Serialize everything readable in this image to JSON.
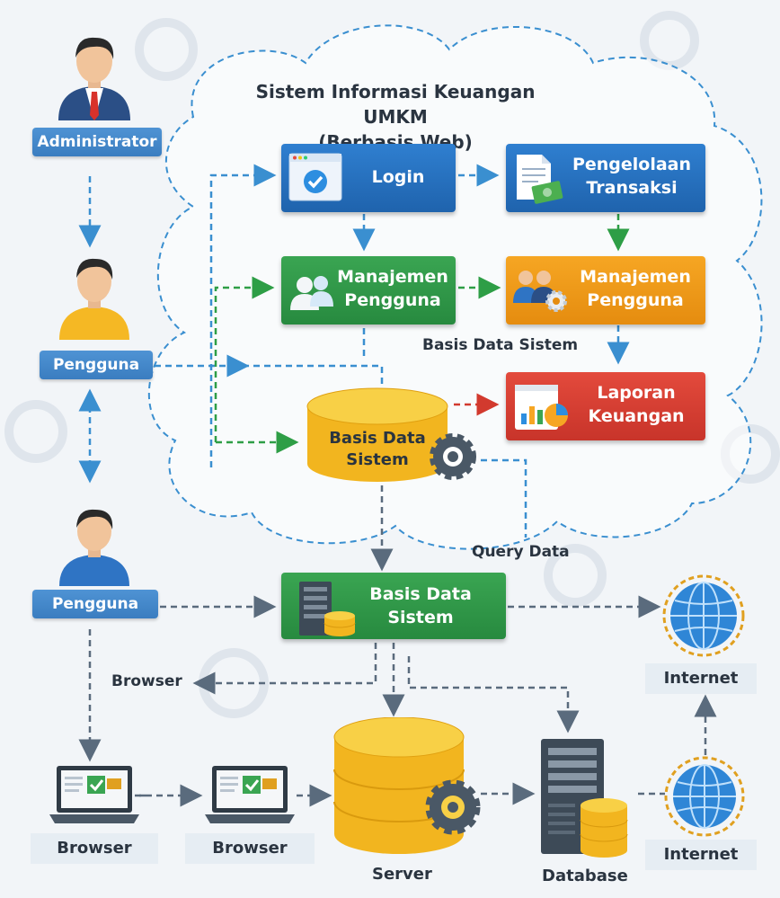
{
  "title": {
    "line1": "Sistem Informasi Keuangan UMKM",
    "line2": "(Berbasis Web)"
  },
  "roles": {
    "administrator": "Administrator",
    "pengguna_1": "Pengguna",
    "pengguna_2": "Pengguna"
  },
  "modules": {
    "login": "Login",
    "transaksi_1": "Pengelolaan",
    "transaksi_2": "Transaksi",
    "manajemen_green_1": "Manajemen",
    "manajemen_green_2": "Pengguna",
    "manajemen_orange_1": "Manajemen",
    "manajemen_orange_2": "Pengguna",
    "laporan_1": "Laporan",
    "laporan_2": "Keuangan",
    "basis_data_cloud_1": "Basis Data",
    "basis_data_cloud_2": "Sistem",
    "basis_data_server_1": "Basis Data",
    "basis_data_server_2": "Sistem"
  },
  "labels": {
    "basis_data_sistem": "Basis Data Sistem",
    "query_data": "Query Data",
    "browser_mid": "Browser",
    "browser_1": "Browser",
    "browser_2": "Browser",
    "server": "Server",
    "database": "Database",
    "internet_1": "Internet",
    "internet_2": "Internet"
  },
  "colors": {
    "blue": "#1f63ad",
    "green": "#278a3f",
    "orange": "#e58c0f",
    "red": "#c8342a",
    "dash_blue": "#3a8fd0",
    "dash_green": "#2e9e46",
    "dash_gray": "#5a6b7d"
  },
  "icons": [
    "person-icon",
    "check-window-icon",
    "document-icon",
    "users-icon",
    "users-gear-icon",
    "report-chart-icon",
    "database-icon",
    "gear-icon",
    "server-rack-icon",
    "globe-icon",
    "laptop-icon"
  ]
}
